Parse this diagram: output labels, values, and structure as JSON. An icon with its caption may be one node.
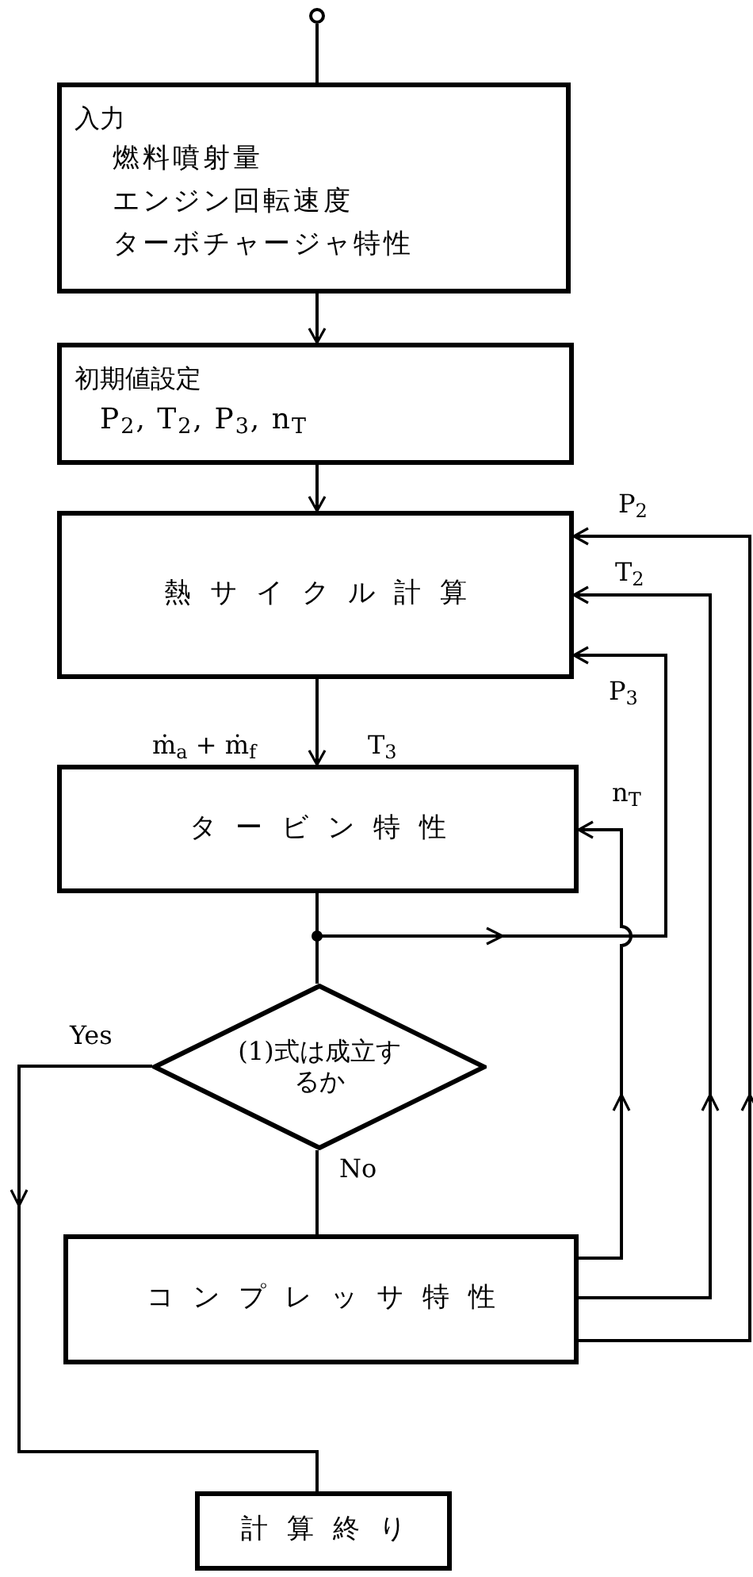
{
  "diagram": {
    "nodes": [
      {
        "text": [],
        "shape": "circle"
      },
      {
        "text": [
          "入力",
          "燃料噴射量",
          "エンジン回転速度",
          "ターボチャージャ特性"
        ]
      },
      {
        "text": [
          "初期値設定",
          "P$_{2}$, T$_{2}$, P$_{3}$, n$_{T}$"
        ]
      },
      {
        "text": [
          "熱サイクル計算"
        ]
      },
      {
        "text": [
          "タービン特性"
        ]
      },
      {
        "text": [
          "(1)式は成立するか"
        ]
      },
      {
        "text": [
          "コンプレッサ特性"
        ]
      },
      {
        "text": [
          "計算終り"
        ]
      }
    ],
    "edges": [
      {
        "from": 0,
        "to": 1,
        "arrow": "none"
      },
      {
        "from": 1,
        "to": 2,
        "arrow": "to"
      },
      {
        "from": 2,
        "to": 3,
        "arrow": "to"
      },
      {
        "from": 3,
        "to": 4,
        "arrow": "to",
        "label": "ṁ$_{a}$ + ṁ$_{f}$"
      },
      {
        "from": 4,
        "to": 5,
        "arrow": "none"
      },
      {
        "from": 4,
        "to": 3,
        "arrow": "to",
        "label": "P$_{3}$"
      },
      {
        "from": 6,
        "to": 4,
        "arrow": "to",
        "label": "n$_{T}$"
      },
      {
        "from": 6,
        "to": 3,
        "arrow": "to",
        "label": "T$_{2}$"
      },
      {
        "from": 6,
        "to": 3,
        "arrow": "to",
        "label": "P$_{2}$"
      },
      {
        "from": 5,
        "to": 6,
        "arrow": "none",
        "label": "No"
      },
      {
        "from": 5,
        "to": 7,
        "arrow": "to",
        "label": "Yes"
      }
    ],
    "labels": [
      "T$_{3}$"
    ]
  }
}
